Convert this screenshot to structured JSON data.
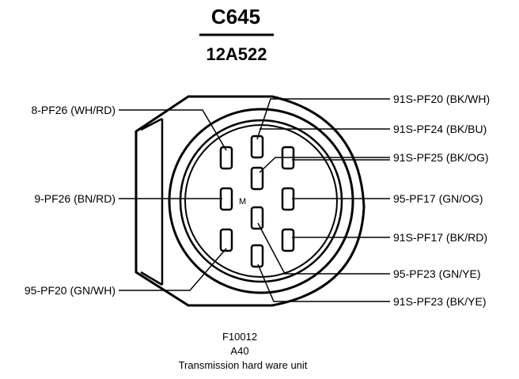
{
  "header": {
    "connector_id": "C645",
    "part_number": "12A522"
  },
  "labels": {
    "left": [
      "8-PF26 (WH/RD)",
      "9-PF26 (BN/RD)",
      "95-PF20 (GN/WH)"
    ],
    "right": [
      "91S-PF20 (BK/WH)",
      "91S-PF24 (BK/BU)",
      "91S-PF25 (BK/OG)",
      "95-PF17 (GN/OG)",
      "91S-PF17 (BK/RD)",
      "95-PF23 (GN/YE)",
      "91S-PF23 (BK/YE)"
    ]
  },
  "connector": {
    "pin_marker": "M"
  },
  "footer": {
    "figure_id": "F10012",
    "model": "A40",
    "caption": "Transmission hard ware unit"
  }
}
